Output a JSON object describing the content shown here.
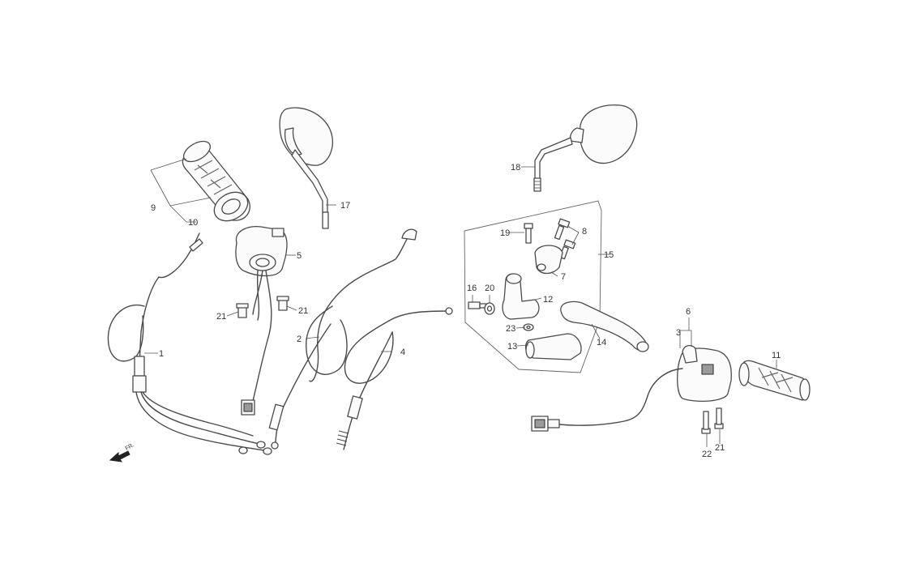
{
  "parts": {
    "p1": "1",
    "p2": "2",
    "p3": "3",
    "p4": "4",
    "p5": "5",
    "p6": "6",
    "p7": "7",
    "p8": "8",
    "p9": "9",
    "p10": "10",
    "p11": "11",
    "p12": "12",
    "p13": "13",
    "p14": "14",
    "p15": "15",
    "p16": "16",
    "p17": "17",
    "p18": "18",
    "p19": "19",
    "p20": "20",
    "p21a": "21",
    "p21b": "21",
    "p21c": "21",
    "p22": "22",
    "p23": "23"
  },
  "direction_label": "FR.",
  "colors": {
    "line": "#4a4a4a",
    "background": "#ffffff"
  }
}
